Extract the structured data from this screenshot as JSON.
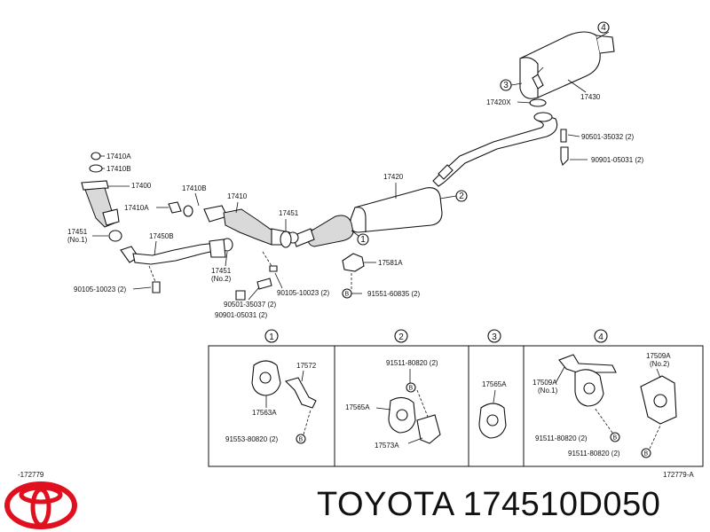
{
  "diagram": {
    "callouts": {
      "c1": "1",
      "c2": "2",
      "c3": "3",
      "c4": "4"
    },
    "labels": {
      "p17410A": "17410A",
      "p17410B": "17410B",
      "p17400": "17400",
      "p17410A_2": "17410A",
      "p17410B_2": "17410B",
      "p17410": "17410",
      "p17451_no1": "17451",
      "p17451_no1_sub": "(No.1)",
      "p17450B": "17450B",
      "p17451_mid": "17451",
      "p17451_no2": "17451",
      "p17451_no2_sub": "(No.2)",
      "p90105_left": "90105-10023 (2)",
      "p90105_mid": "90105-10023 (2)",
      "p90501_35037": "90501-35037 (2)",
      "p90901_mid": "90901-05031 (2)",
      "p17420": "17420",
      "p17581A": "17581A",
      "p91551": "91551-60835 (2)",
      "p17420X": "17420X",
      "p17430": "17430",
      "p90501_35032": "90501-35032 (2)",
      "p90901_right": "90901-05031 (2)"
    },
    "detail_panels": {
      "d1": {
        "num": "1",
        "l1": "17572",
        "l2": "17563A",
        "l3": "91553-80820 (2)"
      },
      "d2": {
        "num": "2",
        "l1": "91511-80820 (2)",
        "l2": "17565A",
        "l3": "17573A"
      },
      "d3": {
        "num": "3",
        "l1": "17565A"
      },
      "d4": {
        "num": "4",
        "l1": "17509A",
        "l1b": "(No.2)",
        "l2": "17509A",
        "l2b": "(No.1)",
        "l3": "91511-80820 (2)",
        "l4": "91511-80820 (2)"
      }
    },
    "ref_left": "-172779",
    "ref_right": "172779-A",
    "bolt_marker": "B"
  },
  "brand": {
    "text": "TOYOTA 174510D050",
    "logo_color": "#e0101e"
  }
}
